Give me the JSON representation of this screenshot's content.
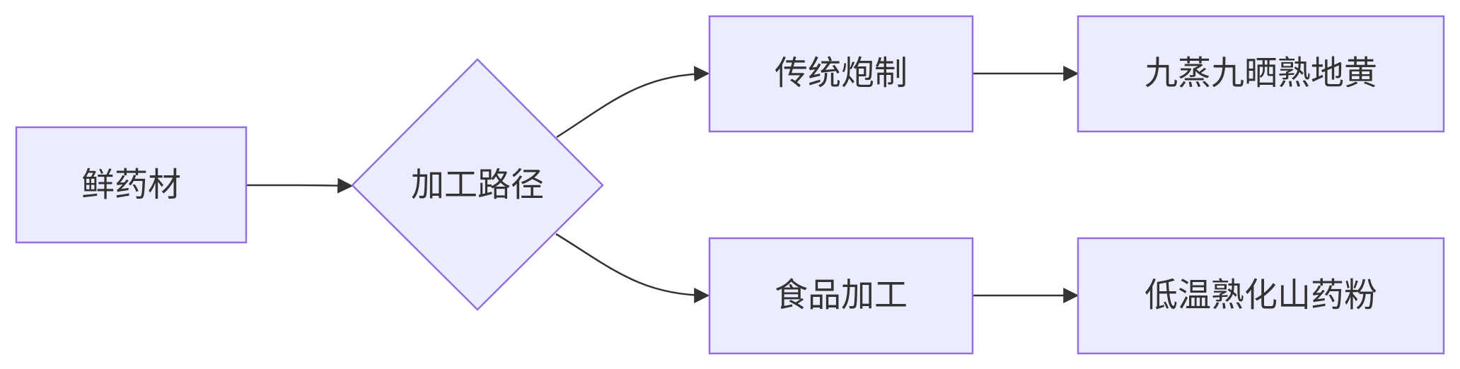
{
  "diagram": {
    "type": "flowchart",
    "direction": "left-to-right",
    "nodes": [
      {
        "id": "fresh",
        "label": "鲜药材",
        "shape": "rectangle"
      },
      {
        "id": "path",
        "label": "加工路径",
        "shape": "diamond"
      },
      {
        "id": "traditional",
        "label": "传统炮制",
        "shape": "rectangle"
      },
      {
        "id": "food",
        "label": "食品加工",
        "shape": "rectangle"
      },
      {
        "id": "rehmannia",
        "label": "九蒸九晒熟地黄",
        "shape": "rectangle"
      },
      {
        "id": "yam",
        "label": "低温熟化山药粉",
        "shape": "rectangle"
      }
    ],
    "edges": [
      {
        "from": "fresh",
        "to": "path"
      },
      {
        "from": "path",
        "to": "traditional"
      },
      {
        "from": "path",
        "to": "food"
      },
      {
        "from": "traditional",
        "to": "rehmannia"
      },
      {
        "from": "food",
        "to": "yam"
      }
    ],
    "colors": {
      "node_fill": "#ececff",
      "node_stroke": "#9370db",
      "edge": "#333333",
      "text": "#333333"
    }
  }
}
